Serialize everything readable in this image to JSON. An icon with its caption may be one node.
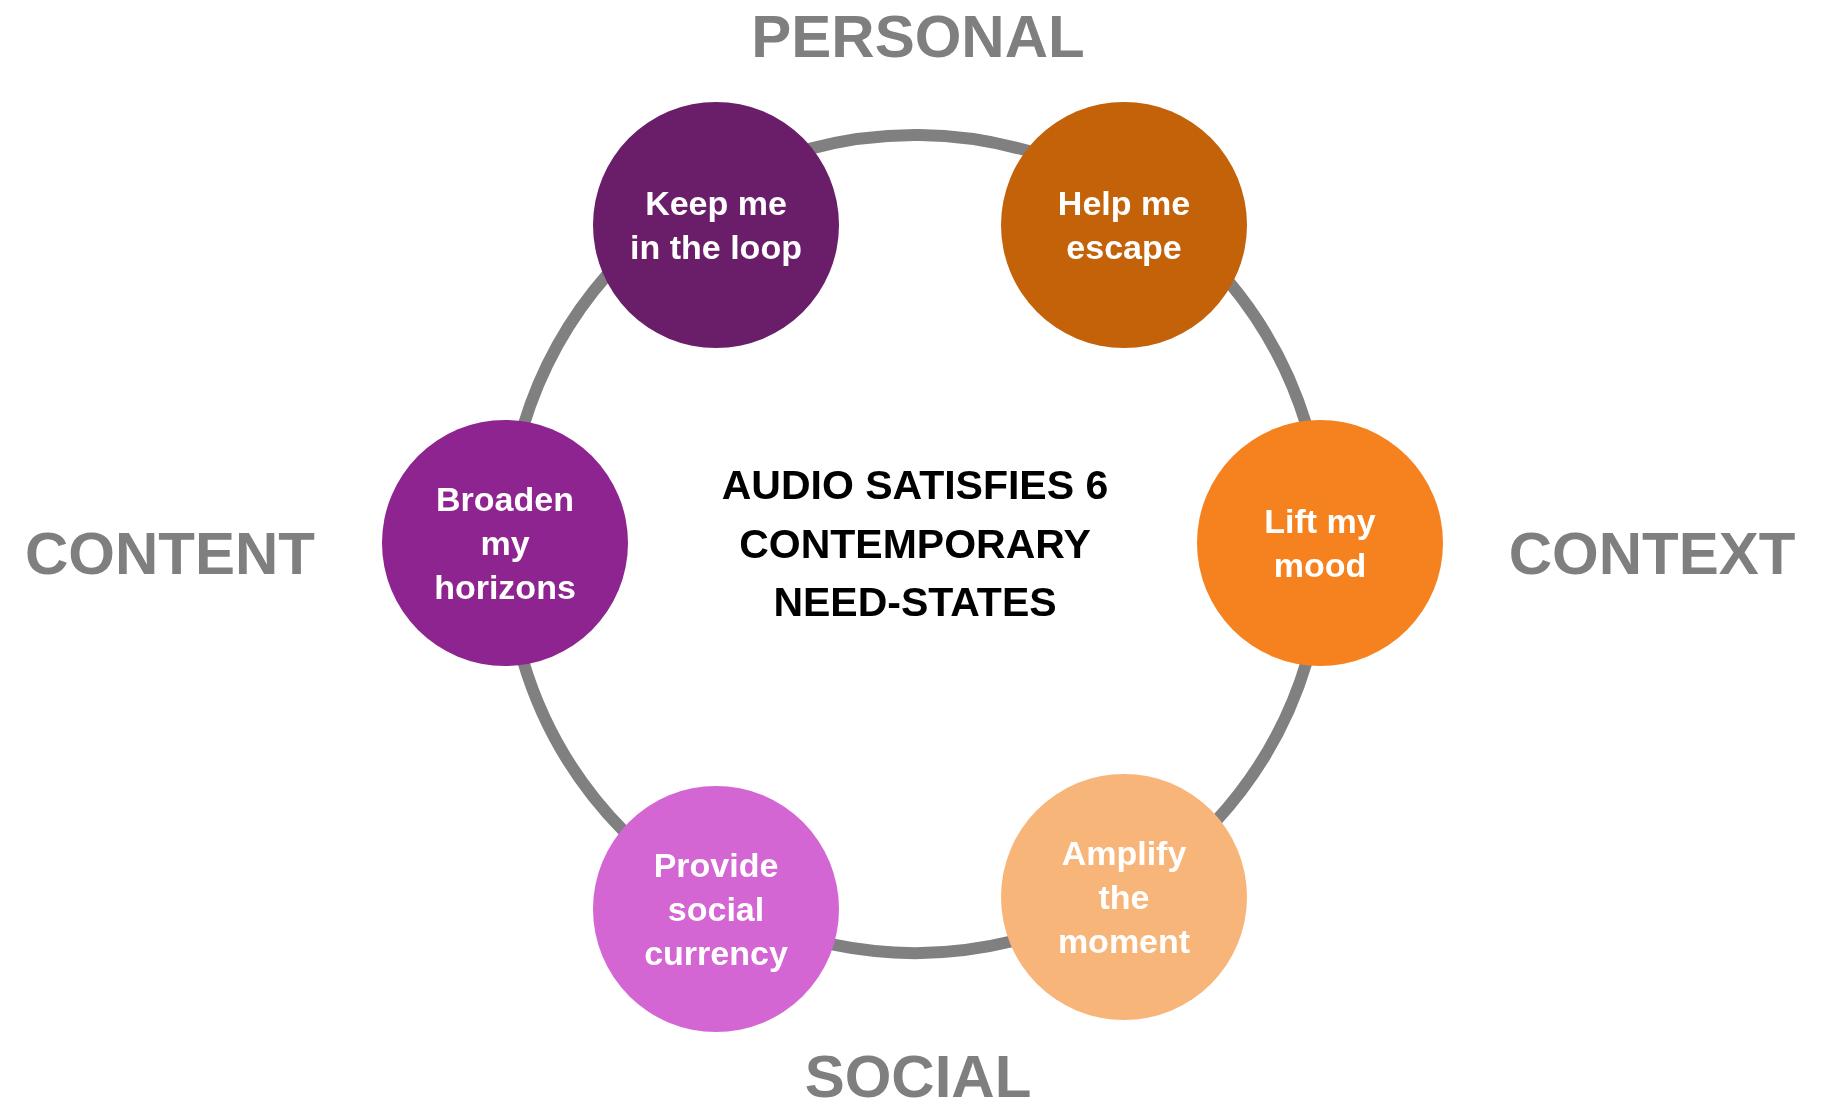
{
  "diagram": {
    "title": "AUDIO SATISFIES 6 CONTEMPORARY NEED-STATES",
    "nodes": [
      {
        "text": [
          "Keep me in the loop"
        ]
      },
      {
        "text": [
          "Help me escape"
        ]
      },
      {
        "text": [
          "Broaden my horizons"
        ]
      },
      {
        "text": [
          "Lift my mood"
        ]
      },
      {
        "text": [
          "Provide social currency"
        ]
      },
      {
        "text": [
          "Amplify the moment"
        ]
      }
    ],
    "edges": [
      {
        "from": 0,
        "to": 1,
        "arrow": "none"
      },
      {
        "from": 1,
        "to": 3,
        "arrow": "none"
      },
      {
        "from": 3,
        "to": 5,
        "arrow": "none"
      },
      {
        "from": 5,
        "to": 4,
        "arrow": "none"
      },
      {
        "from": 4,
        "to": 2,
        "arrow": "none"
      },
      {
        "from": 2,
        "to": 0,
        "arrow": "none"
      }
    ],
    "labels": [
      "PERSONAL",
      "CONTENT",
      "CONTEXT",
      "SOCIAL"
    ]
  }
}
